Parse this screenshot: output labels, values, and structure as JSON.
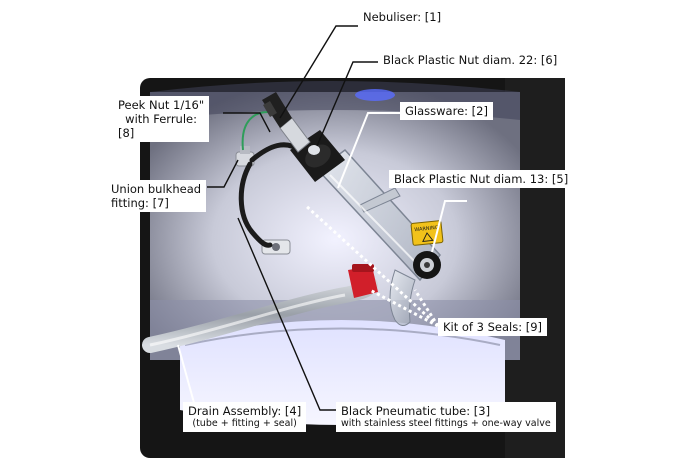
{
  "labels": {
    "nebuliser": "Nebuliser: [1]",
    "black_nut_22": "Black Plastic Nut diam. 22: [6]",
    "glassware": "Glassware: [2]",
    "peek_nut_line1": "Peek Nut 1/16\"",
    "peek_nut_line2": "with Ferrule:",
    "peek_nut_line3": "[8]",
    "union_line1": "Union bulkhead",
    "union_line2": "fitting: [7]",
    "black_nut_13": "Black Plastic Nut diam. 13: [5]",
    "seals": "Kit of 3 Seals: [9]",
    "drain_line1": "Drain Assembly: [4]",
    "drain_line2": "(tube + fitting + seal)",
    "pneumatic_line1": "Black Pneumatic tube: [3]",
    "pneumatic_line2": "with stainless steel fittings + one-way valve"
  },
  "photo": {
    "warning_text": "WARNING"
  },
  "colors": {
    "chamber_back": "#c9cbd6",
    "chamber_glow": "#eaeaf8",
    "frame_dark": "#1a1a1a",
    "cap_red": "#d11f2a",
    "warning_yellow": "#f2c21a",
    "leader_white": "#ffffff",
    "leader_black": "#111111"
  }
}
